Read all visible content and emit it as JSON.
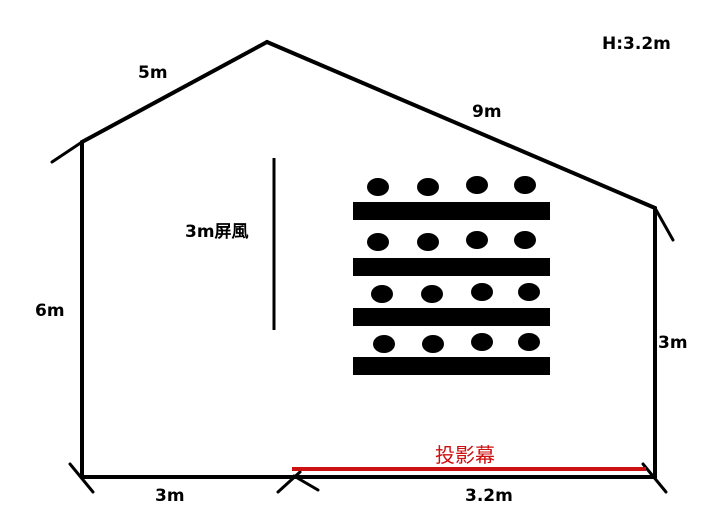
{
  "labels": {
    "height": "H:3.2m",
    "roof_left": "5m",
    "roof_right": "9m",
    "wall_left": "6m",
    "wall_right": "3m",
    "floor_left": "3m",
    "floor_right": "3.2m",
    "screen_partition": "3m屏風",
    "projection_screen": "投影幕"
  },
  "seating": {
    "rows": 4,
    "seats_per_row": 4
  },
  "colors": {
    "line": "#000000",
    "projection_screen": "#cc1111",
    "background": "#ffffff"
  }
}
